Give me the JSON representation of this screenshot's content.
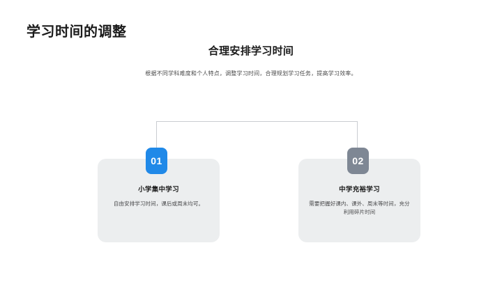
{
  "slide": {
    "title": "学习时间的调整",
    "heading": "合理安排学习时间",
    "description": "根据不同学科难度和个人特点，调整学习时间，合理规划学习任务，提高学习效率。"
  },
  "colors": {
    "badge_primary": "#2089e8",
    "badge_secondary": "#7e8794",
    "card_background": "#eceeef",
    "connector_line": "#c9ccd1",
    "title_text": "#1b1b1b"
  },
  "items": [
    {
      "number": "01",
      "title": "小学集中学习",
      "text": "自由安排学习时间，课后或周末均可。"
    },
    {
      "number": "02",
      "title": "中学充裕学习",
      "text": "需要把握好课内、课外、周末等时间，充分利用碎片时间"
    }
  ]
}
